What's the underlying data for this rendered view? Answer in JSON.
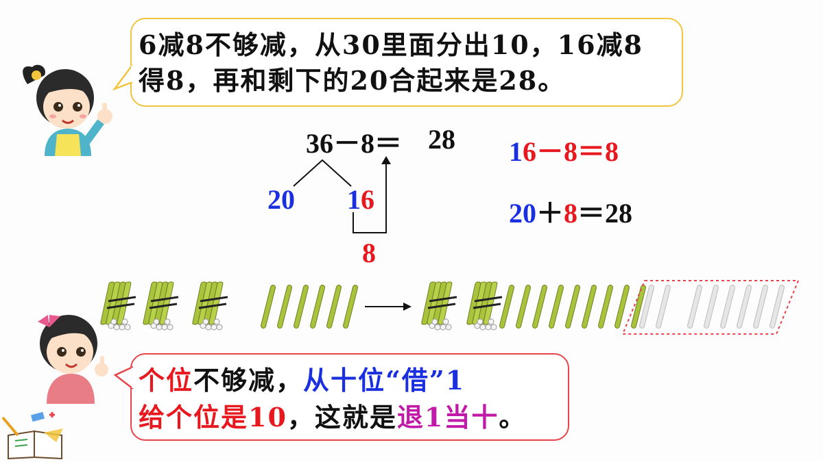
{
  "top_bubble": {
    "line1": "6减8不够减，从30里面分出10，16减8",
    "line2": "得8，再和剩下的20合起来是28。"
  },
  "main_equation": {
    "lhs": "36－8＝",
    "result": "28",
    "split_tens": "20",
    "split_ones_tens_digit": "1",
    "split_ones_ones_digit": "6",
    "difference": "8"
  },
  "side_equations": {
    "eq1": {
      "a_tens": "1",
      "a_ones": "6",
      "rest": "－8＝8"
    },
    "eq2": {
      "a": "20",
      "op": "＋",
      "b": "8",
      "rest": "＝28"
    }
  },
  "bottom_bubble": {
    "line1_red": "个位",
    "line1_black": "不够减，",
    "line1_blue": "从十位“借”1",
    "line2_red": "给个位是10",
    "line2_black": "，这就是",
    "line2_purple": "退1当十",
    "line2_end": "。"
  },
  "colors": {
    "blue": "#1a2fe0",
    "red": "#e8181f",
    "purple": "#c21aa8",
    "stick_green": "#a9c43c",
    "yellow_border": "#f2c43d",
    "red_border": "#e8424a"
  }
}
